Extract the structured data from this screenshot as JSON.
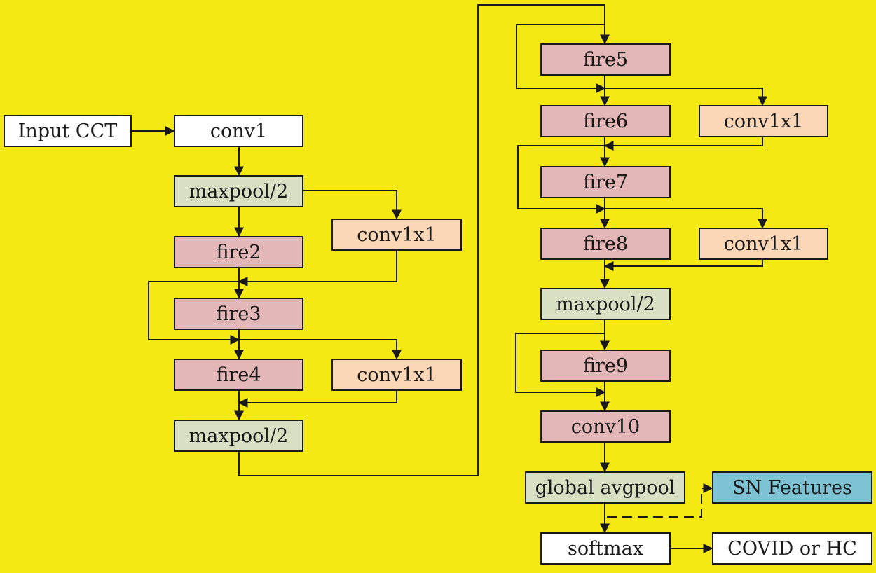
{
  "nodes": {
    "input": "Input CCT",
    "conv1": "conv1",
    "maxpool_1": "maxpool/2",
    "fire2": "fire2",
    "conv1x1_a": "conv1x1",
    "fire3": "fire3",
    "fire4": "fire4",
    "conv1x1_b": "conv1x1",
    "maxpool_2": "maxpool/2",
    "fire5": "fire5",
    "fire6": "fire6",
    "conv1x1_c": "conv1x1",
    "fire7": "fire7",
    "fire8": "fire8",
    "conv1x1_d": "conv1x1",
    "maxpool_3": "maxpool/2",
    "fire9": "fire9",
    "conv10": "conv10",
    "global_avgpool": "global avgpool",
    "sn_features": "SN Features",
    "softmax": "softmax",
    "output": "COVID or HC"
  },
  "colors": {
    "background": "#f5e914",
    "fire": "#e3b7b7",
    "maxpool": "#d8e0c4",
    "conv1x1": "#fbd6b7",
    "sn_features": "#7ec3d3",
    "plain": "#ffffff"
  }
}
